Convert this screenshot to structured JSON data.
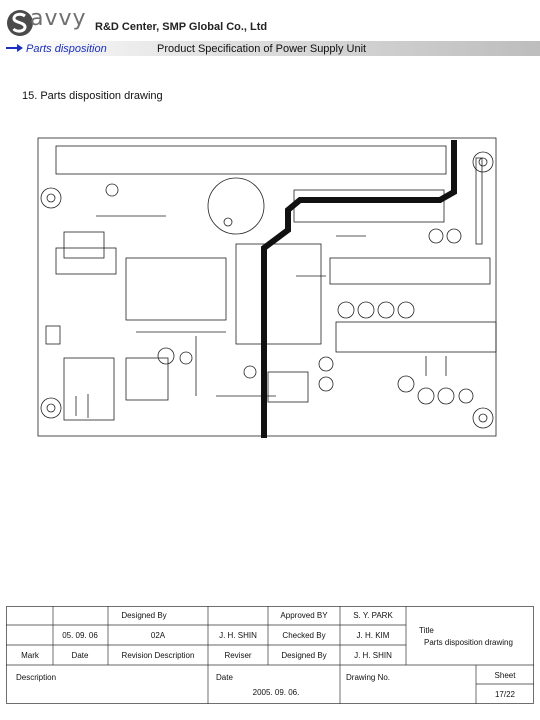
{
  "header": {
    "logo_text": "avvy",
    "company": "R&D Center, SMP Global Co., Ltd",
    "nav_link": "Parts disposition",
    "spec_title": "Product Specification of Power Supply Unit"
  },
  "section": {
    "heading": "15. Parts disposition drawing"
  },
  "title_block": {
    "designed_by_label": "Designed By",
    "approved_by_label": "Approved BY",
    "approved_by_name": "S. Y. PARK",
    "checked_by_label": "Checked By",
    "checked_by_name": "J. H. KIM",
    "designed_by_row_label": "Designed By",
    "designed_by_name": "J. H. SHIN",
    "rev_date": "05. 09. 06",
    "rev_code": "02A",
    "reviser_name": "J. H. SHIN",
    "mark_label": "Mark",
    "date_col_label": "Date",
    "revision_description_label": "Revision Description",
    "reviser_label": "Reviser",
    "title_label": "Title",
    "title_value": "Parts disposition drawing",
    "description_label": "Description",
    "date_label": "Date",
    "date_value": "2005. 09. 06.",
    "drawing_no_label": "Drawing No.",
    "sheet_label": "Sheet",
    "sheet_value": "17/22"
  },
  "colors": {
    "nav_link": "#1a2fbf",
    "logo_grey": "#6f6f6f"
  }
}
